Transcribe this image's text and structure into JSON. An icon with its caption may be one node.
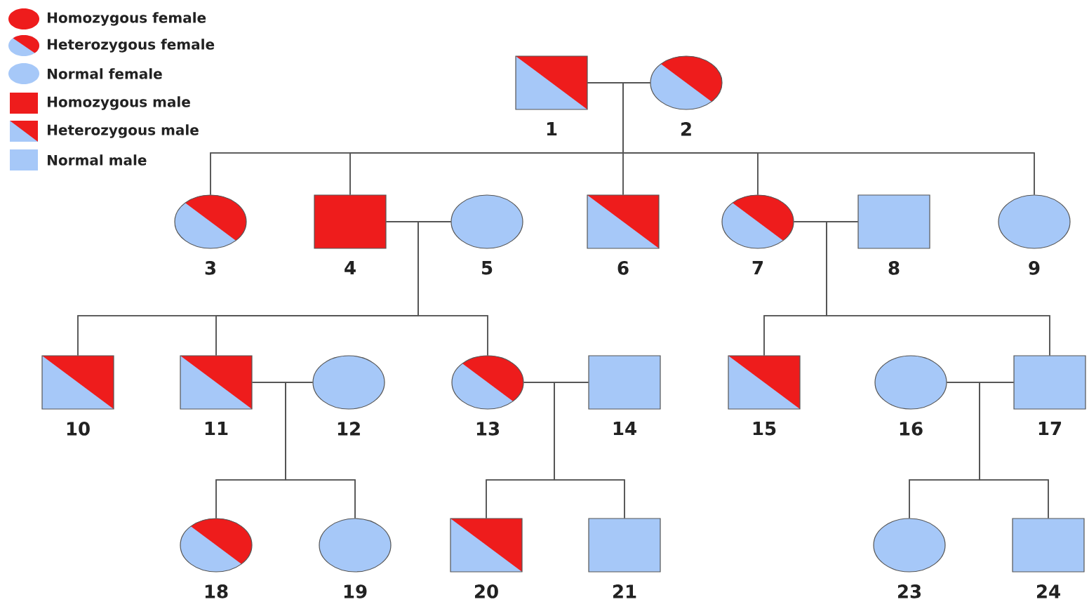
{
  "diagram": {
    "nodes": [
      {
        "text": [
          "1"
        ]
      },
      {
        "text": [
          "2"
        ]
      },
      {
        "text": [
          "3"
        ]
      },
      {
        "text": [
          "4"
        ]
      },
      {
        "text": [
          "5"
        ]
      },
      {
        "text": [
          "6"
        ]
      },
      {
        "text": [
          "7"
        ]
      },
      {
        "text": [
          "8"
        ]
      },
      {
        "text": [
          "9"
        ]
      },
      {
        "text": [
          "10"
        ]
      },
      {
        "text": [
          "11"
        ]
      },
      {
        "text": [
          "12"
        ]
      },
      {
        "text": [
          "13"
        ]
      },
      {
        "text": [
          "14"
        ]
      },
      {
        "text": [
          "15"
        ]
      },
      {
        "text": [
          "16"
        ]
      },
      {
        "text": [
          "17"
        ]
      },
      {
        "text": [
          "18"
        ]
      },
      {
        "text": [
          "19"
        ]
      },
      {
        "text": [
          "20"
        ]
      },
      {
        "text": [
          "21"
        ]
      },
      {
        "text": [
          "23"
        ]
      },
      {
        "text": [
          "24"
        ]
      }
    ],
    "edges": [
      {
        "from": 0,
        "to": 1,
        "arrow": "none"
      },
      {
        "from": 0,
        "to": 2,
        "arrow": "none"
      },
      {
        "from": 1,
        "to": 2,
        "arrow": "none"
      },
      {
        "from": 0,
        "to": 3,
        "arrow": "none"
      },
      {
        "from": 1,
        "to": 3,
        "arrow": "none"
      },
      {
        "from": 0,
        "to": 5,
        "arrow": "none"
      },
      {
        "from": 1,
        "to": 5,
        "arrow": "none"
      },
      {
        "from": 0,
        "to": 6,
        "arrow": "none"
      },
      {
        "from": 1,
        "to": 6,
        "arrow": "none"
      },
      {
        "from": 0,
        "to": 8,
        "arrow": "none"
      },
      {
        "from": 1,
        "to": 8,
        "arrow": "none"
      },
      {
        "from": 3,
        "to": 4,
        "arrow": "none"
      },
      {
        "from": 3,
        "to": 9,
        "arrow": "none"
      },
      {
        "from": 4,
        "to": 9,
        "arrow": "none"
      },
      {
        "from": 3,
        "to": 10,
        "arrow": "none"
      },
      {
        "from": 4,
        "to": 10,
        "arrow": "none"
      },
      {
        "from": 3,
        "to": 12,
        "arrow": "none"
      },
      {
        "from": 4,
        "to": 12,
        "arrow": "none"
      },
      {
        "from": 6,
        "to": 7,
        "arrow": "none"
      },
      {
        "from": 6,
        "to": 14,
        "arrow": "none"
      },
      {
        "from": 7,
        "to": 14,
        "arrow": "none"
      },
      {
        "from": 6,
        "to": 16,
        "arrow": "none"
      },
      {
        "from": 7,
        "to": 16,
        "arrow": "none"
      },
      {
        "from": 10,
        "to": 11,
        "arrow": "none"
      },
      {
        "from": 10,
        "to": 17,
        "arrow": "none"
      },
      {
        "from": 11,
        "to": 17,
        "arrow": "none"
      },
      {
        "from": 10,
        "to": 18,
        "arrow": "none"
      },
      {
        "from": 11,
        "to": 18,
        "arrow": "none"
      },
      {
        "from": 12,
        "to": 13,
        "arrow": "none"
      },
      {
        "from": 12,
        "to": 19,
        "arrow": "none"
      },
      {
        "from": 13,
        "to": 19,
        "arrow": "none"
      },
      {
        "from": 12,
        "to": 20,
        "arrow": "none"
      },
      {
        "from": 13,
        "to": 20,
        "arrow": "none"
      },
      {
        "from": 15,
        "to": 16,
        "arrow": "none"
      },
      {
        "from": 15,
        "to": 21,
        "arrow": "none"
      },
      {
        "from": 16,
        "to": 21,
        "arrow": "none"
      },
      {
        "from": 15,
        "to": 22,
        "arrow": "none"
      },
      {
        "from": 16,
        "to": 22,
        "arrow": "none"
      }
    ],
    "legend": [
      {
        "text": "Homozygous female"
      },
      {
        "text": "Heterozygous female"
      },
      {
        "text": "Normal female"
      },
      {
        "text": "Homozygous male"
      },
      {
        "text": "Heterozygous male"
      },
      {
        "text": "Normal male"
      }
    ]
  }
}
